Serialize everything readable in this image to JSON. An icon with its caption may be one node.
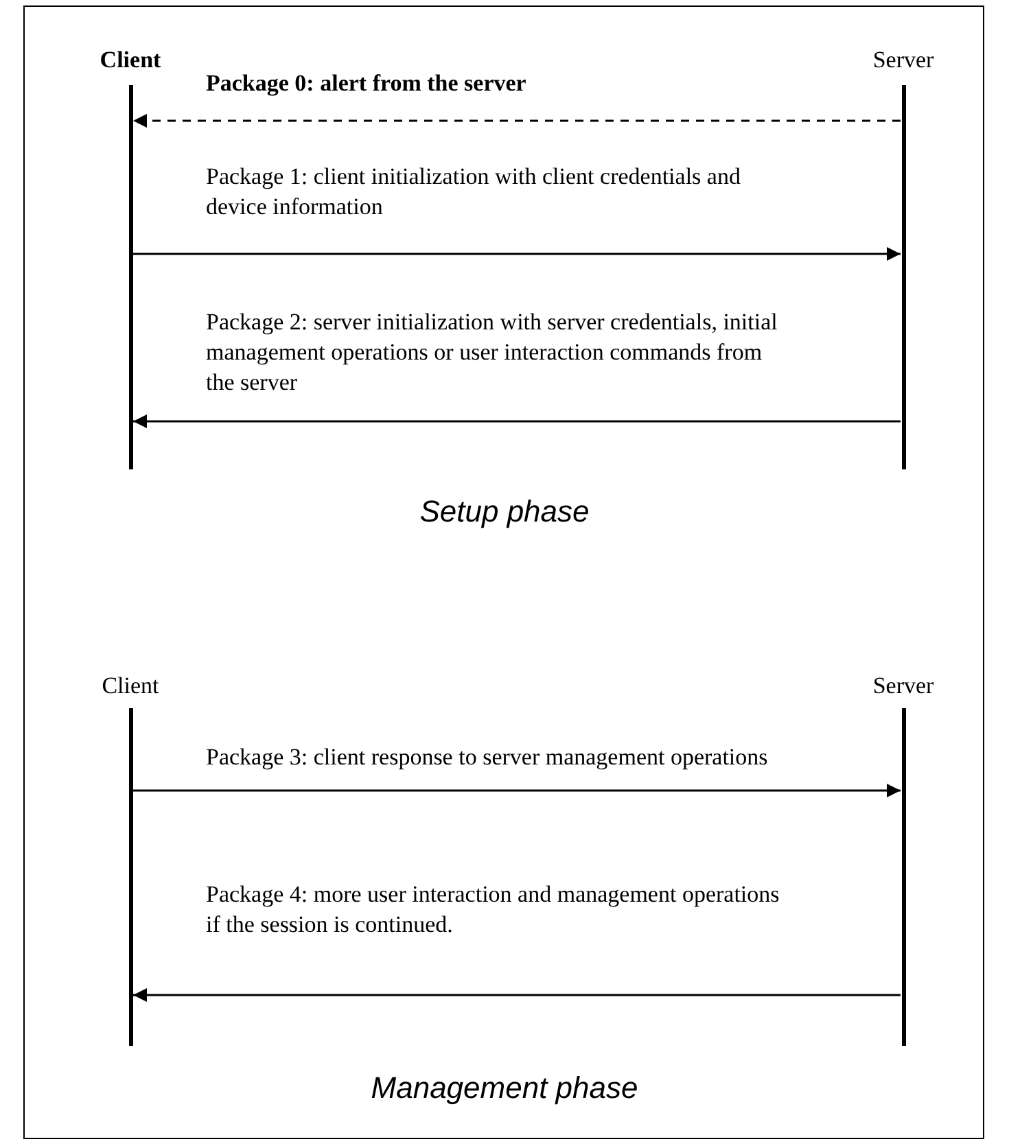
{
  "diagram": {
    "nodes": [
      {
        "text": [
          "Client"
        ]
      },
      {
        "text": [
          "Server"
        ]
      },
      {
        "text": [
          "Client"
        ]
      },
      {
        "text": [
          "Server"
        ]
      }
    ],
    "edges": [
      {
        "from": 1,
        "to": 0,
        "arrow": "to",
        "style": "dashed",
        "label": "Package 0: alert from the server"
      },
      {
        "from": 0,
        "to": 1,
        "arrow": "to",
        "label": "Package 1: client initialization with client credentials and device information"
      },
      {
        "from": 1,
        "to": 0,
        "arrow": "to",
        "label": "Package 2: server initialization with server credentials, initial management operations or user interaction commands from the server"
      },
      {
        "from": 2,
        "to": 3,
        "arrow": "to",
        "label": "Package 3: client response to server management operations"
      },
      {
        "from": 3,
        "to": 2,
        "arrow": "to",
        "label": "Package 4: more user interaction and management operations if the session is continued."
      }
    ],
    "labels": [
      "Setup phase",
      "Management phase"
    ]
  }
}
